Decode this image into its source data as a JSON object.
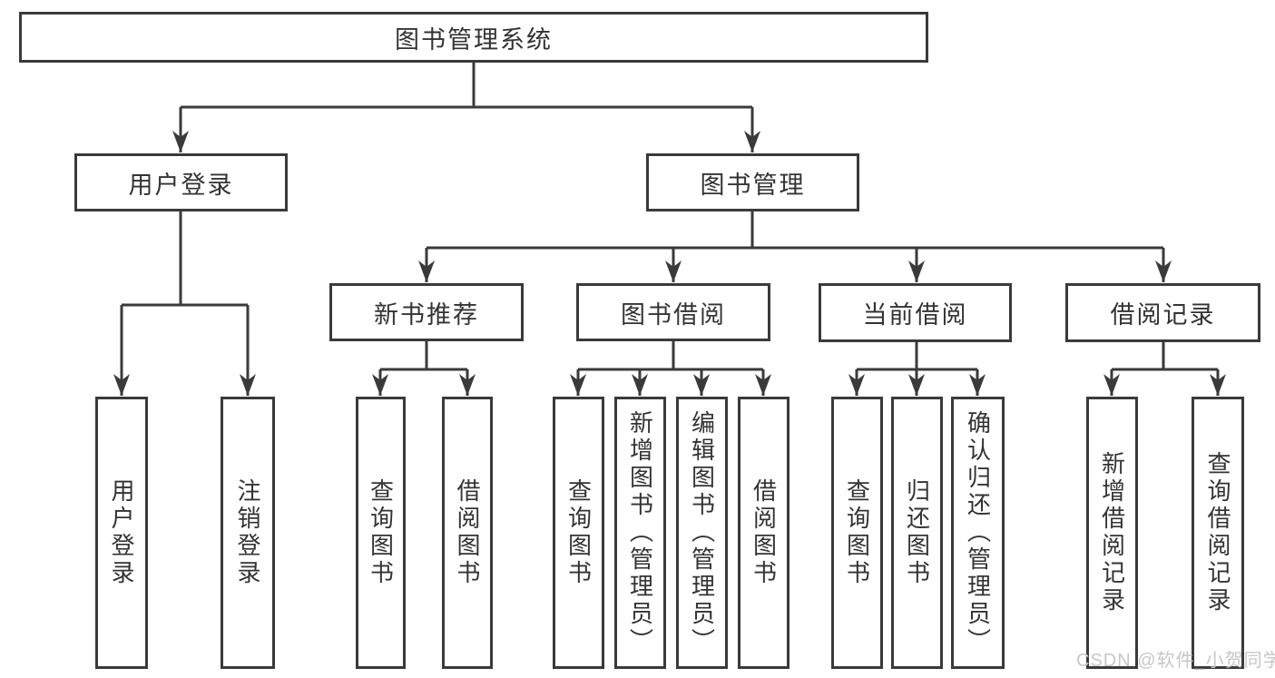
{
  "watermark": "CSDN @软件_小贺同学",
  "colors": {
    "line": "#3a3a3a",
    "box_border": "#3a3a3a",
    "box_fill": "#ffffff",
    "text": "#333333",
    "watermark": "#c7c7c7"
  },
  "tree": {
    "label": "图书管理系统",
    "children": [
      {
        "label": "用户登录",
        "children": [
          {
            "label": "用户登录"
          },
          {
            "label": "注销登录"
          }
        ]
      },
      {
        "label": "图书管理",
        "children": [
          {
            "label": "新书推荐",
            "children": [
              {
                "label": "查询图书"
              },
              {
                "label": "借阅图书"
              }
            ]
          },
          {
            "label": "图书借阅",
            "children": [
              {
                "label": "查询图书"
              },
              {
                "label": "新增图书（管理员）"
              },
              {
                "label": "编辑图书（管理员）"
              },
              {
                "label": "借阅图书"
              }
            ]
          },
          {
            "label": "当前借阅",
            "children": [
              {
                "label": "查询图书"
              },
              {
                "label": "归还图书"
              },
              {
                "label": "确认归还（管理员）"
              }
            ]
          },
          {
            "label": "借阅记录",
            "children": [
              {
                "label": "新增借阅记录"
              },
              {
                "label": "查询借阅记录"
              }
            ]
          }
        ]
      }
    ]
  }
}
